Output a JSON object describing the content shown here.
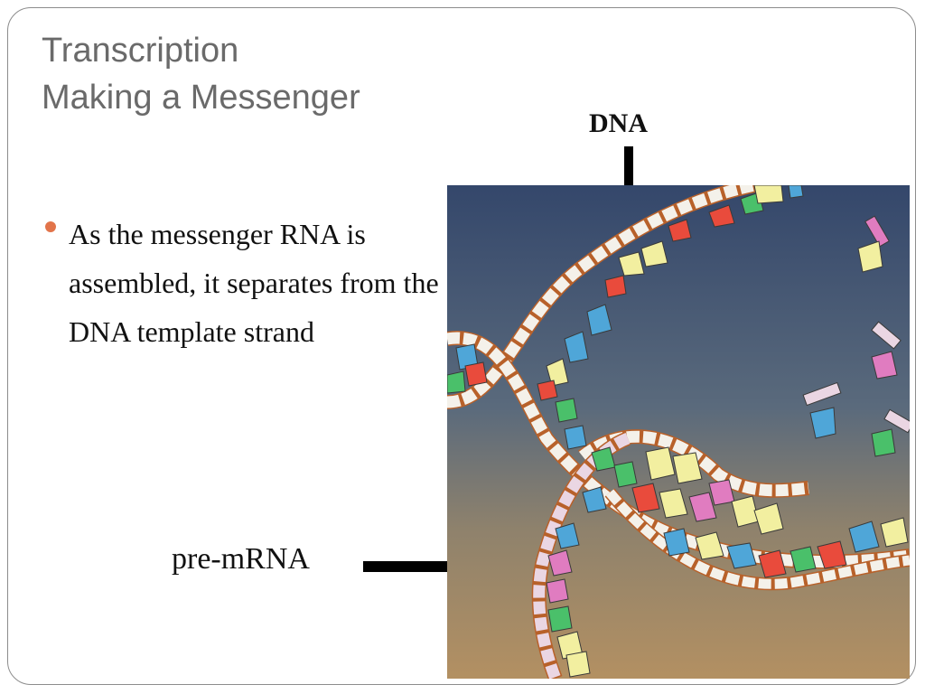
{
  "slide": {
    "title_line1": "Transcription",
    "title_line2": "Making a Messenger",
    "bullet_text": "As the messenger RNA is assembled, it separates from the DNA template strand"
  },
  "labels": {
    "dna": "DNA",
    "pre_mrna": "pre-mRNA"
  },
  "colors": {
    "bullet": "#e2744a",
    "title": "#6a6a6a",
    "background_top": "#3a4d70",
    "background_bottom": "#b08a5a"
  }
}
